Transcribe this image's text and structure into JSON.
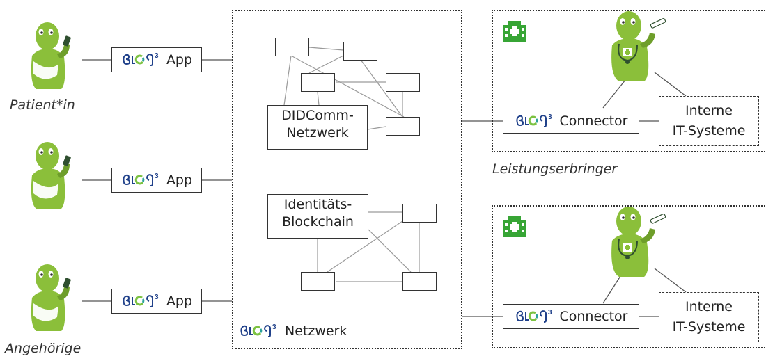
{
  "actors": {
    "patient_caption": "Patient*in",
    "relative_caption": "Angehörige",
    "provider_caption": "Leistungserbringer"
  },
  "brand": {
    "logo_label": "ELOG³",
    "blue": "#20418a",
    "green": "#7cc242",
    "teal": "#2aa198"
  },
  "apps": [
    {
      "label": "App"
    },
    {
      "label": "App"
    },
    {
      "label": "App"
    }
  ],
  "network": {
    "label": "Netzwerk",
    "didcomm_label": [
      "DIDComm-",
      "Netzwerk"
    ],
    "blockchain_label": [
      "Identitäts-",
      "Blockchain"
    ]
  },
  "providers": [
    {
      "connector_label": "Connector",
      "systems_label": [
        "Interne",
        "IT-Systeme"
      ],
      "icon": "hospital-icon"
    },
    {
      "connector_label": "Connector",
      "systems_label": [
        "Interne",
        "IT-Systeme"
      ],
      "icon": "hospital-icon"
    }
  ],
  "colors": {
    "figure_green": "#8bbf3a",
    "figure_dark": "#6e9e2a",
    "hospital_green": "#37a535",
    "line": "#555555",
    "mesh_line": "#9a9a9a"
  }
}
